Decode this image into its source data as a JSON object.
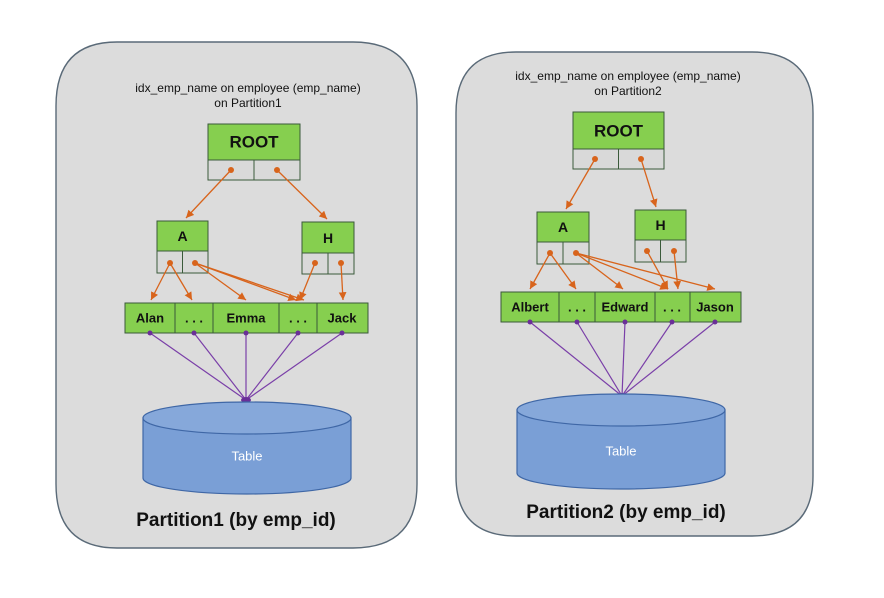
{
  "partitions": [
    {
      "index_caption_line1": "idx_emp_name on employee (emp_name)",
      "index_caption_line2": "on Partition1",
      "root_label": "ROOT",
      "branch_left_label": "A",
      "branch_right_label": "H",
      "leaves": [
        "Alan",
        ". . .",
        "Emma",
        ". . .",
        "Jack"
      ],
      "table_label": "Table",
      "title": "Partition1 (by emp_id)"
    },
    {
      "index_caption_line1": "idx_emp_name on employee (emp_name)",
      "index_caption_line2": "on Partition2",
      "root_label": "ROOT",
      "branch_left_label": "A",
      "branch_right_label": "H",
      "leaves": [
        "Albert",
        ". . .",
        "Edward",
        ". . .",
        "Jason"
      ],
      "table_label": "Table",
      "title": "Partition2 (by emp_id)"
    }
  ],
  "colors": {
    "panel_fill": "#dcdcdc",
    "node_fill": "#86cf4f",
    "pointer_cell_fill": "#d9d9d9",
    "arrow_color": "#d8641c",
    "row_line_color": "#7a3fa8",
    "table_fill": "#7a9fd6"
  }
}
